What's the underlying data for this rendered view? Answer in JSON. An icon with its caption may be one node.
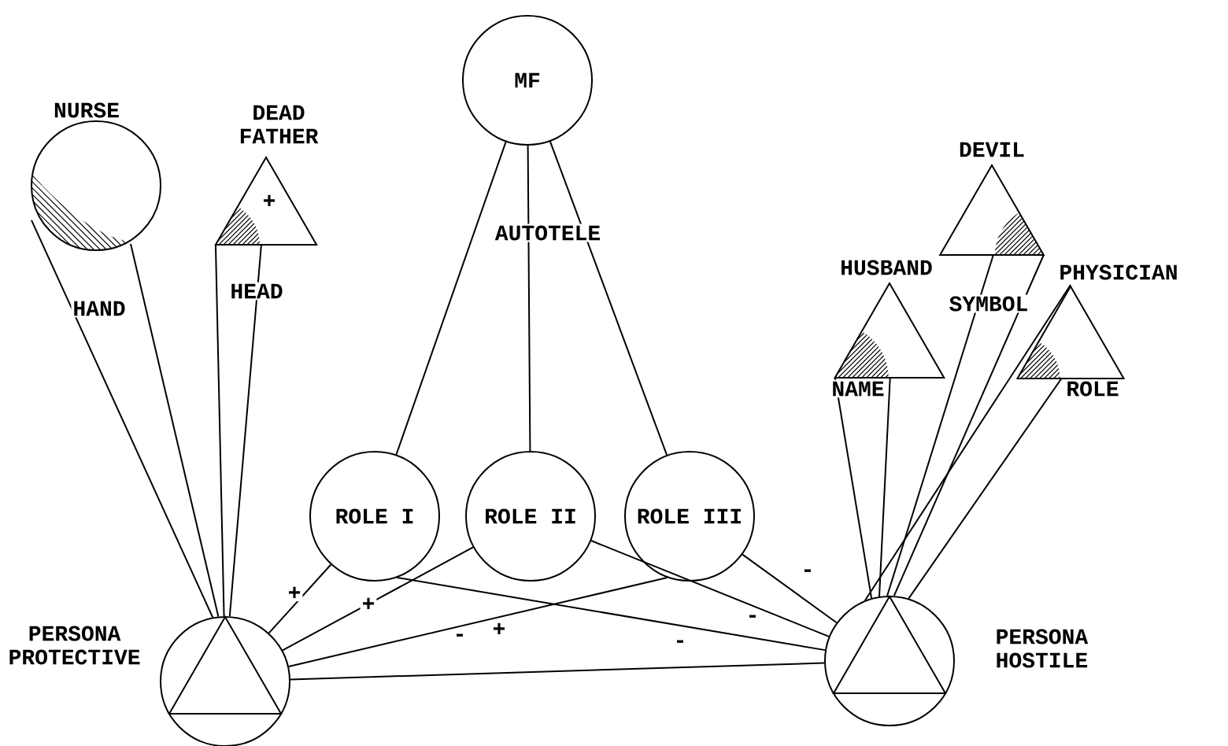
{
  "diagram": {
    "nodes": [
      {
        "text": [
          "NURSE"
        ]
      },
      {
        "text": [
          "DEAD FATHER",
          "+"
        ]
      },
      {
        "text": [
          "MF"
        ]
      },
      {
        "text": [
          "DEVIL"
        ]
      },
      {
        "text": [
          "HUSBAND"
        ]
      },
      {
        "text": [
          "PHYSICIAN"
        ]
      },
      {
        "text": [
          "ROLE I"
        ]
      },
      {
        "text": [
          "ROLE II"
        ]
      },
      {
        "text": [
          "ROLE III"
        ]
      },
      {
        "text": [
          "PERSONA PROTECTIVE"
        ]
      },
      {
        "text": [
          "PERSONA HOSTILE"
        ]
      },
      {
        "text": [],
        "shape": "segment",
        "in": 0
      },
      {
        "text": [],
        "shape": "sector",
        "in": 1
      },
      {
        "text": [],
        "shape": "sector",
        "in": 3
      },
      {
        "text": [],
        "shape": "sector",
        "in": 4
      },
      {
        "text": [],
        "shape": "sector",
        "in": 5
      }
    ],
    "edges": [
      {
        "from": 11,
        "to": 9,
        "arrow": "none",
        "label": "HAND"
      },
      {
        "from": 11,
        "to": 9,
        "arrow": "none"
      },
      {
        "from": 12,
        "to": 9,
        "arrow": "none",
        "label": "HEAD"
      },
      {
        "from": 12,
        "to": 9,
        "arrow": "none"
      },
      {
        "from": 2,
        "to": 6,
        "arrow": "none"
      },
      {
        "from": 2,
        "to": 7,
        "arrow": "none",
        "label": "AUTOTELE"
      },
      {
        "from": 2,
        "to": 8,
        "arrow": "none"
      },
      {
        "from": 6,
        "to": 9,
        "arrow": "none",
        "label": "+"
      },
      {
        "from": 7,
        "to": 9,
        "arrow": "none",
        "label": "+"
      },
      {
        "from": 8,
        "to": 9,
        "arrow": "none",
        "label": "+"
      },
      {
        "from": 6,
        "to": 10,
        "arrow": "none",
        "label": "-"
      },
      {
        "from": 7,
        "to": 10,
        "arrow": "none",
        "label": "-"
      },
      {
        "from": 8,
        "to": 10,
        "arrow": "none",
        "label": "-"
      },
      {
        "from": 9,
        "to": 10,
        "arrow": "none"
      },
      {
        "from": 14,
        "to": 10,
        "arrow": "none",
        "label": "NAME"
      },
      {
        "from": 14,
        "to": 10,
        "arrow": "none"
      },
      {
        "from": 13,
        "to": 10,
        "arrow": "none",
        "label": "SYMBOL"
      },
      {
        "from": 13,
        "to": 10,
        "arrow": "none"
      },
      {
        "from": 5,
        "to": 10,
        "arrow": "none"
      },
      {
        "from": 15,
        "to": 10,
        "arrow": "none",
        "label": "ROLE"
      }
    ],
    "labels": [
      "-"
    ]
  }
}
